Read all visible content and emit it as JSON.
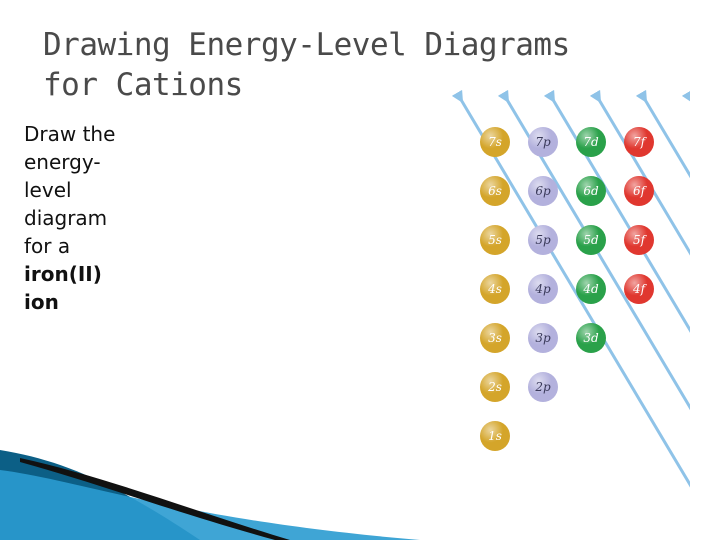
{
  "slide": {
    "title_lines": [
      "Drawing Energy-Level Diagrams",
      "for Cations"
    ],
    "body_lines": [
      "Draw the",
      "energy-",
      "level",
      "diagram",
      "for a"
    ],
    "body_bold_lines": [
      "iron(II)",
      "ion"
    ]
  },
  "diagram": {
    "orbitals": [
      {
        "label": "7s",
        "type": "s"
      },
      {
        "label": "7p",
        "type": "p"
      },
      {
        "label": "7d",
        "type": "d"
      },
      {
        "label": "7f",
        "type": "f"
      },
      {
        "label": "6s",
        "type": "s"
      },
      {
        "label": "6p",
        "type": "p"
      },
      {
        "label": "6d",
        "type": "d"
      },
      {
        "label": "6f",
        "type": "f"
      },
      {
        "label": "5s",
        "type": "s"
      },
      {
        "label": "5p",
        "type": "p"
      },
      {
        "label": "5d",
        "type": "d"
      },
      {
        "label": "5f",
        "type": "f"
      },
      {
        "label": "4s",
        "type": "s"
      },
      {
        "label": "4p",
        "type": "p"
      },
      {
        "label": "4d",
        "type": "d"
      },
      {
        "label": "4f",
        "type": "f"
      },
      {
        "label": "3s",
        "type": "s"
      },
      {
        "label": "3p",
        "type": "p"
      },
      {
        "label": "3d",
        "type": "d"
      },
      {
        "label": "2s",
        "type": "s"
      },
      {
        "label": "2p",
        "type": "p"
      },
      {
        "label": "1s",
        "type": "s"
      }
    ],
    "colors": {
      "s": "#d4a52a",
      "p": "#b3b1dd",
      "d": "#2aa14a",
      "f": "#e0372f",
      "arrow": "#8fc3e8"
    }
  },
  "decor": {
    "swoosh_colors": [
      "#0c5f86",
      "#2a9bd0",
      "#111111"
    ]
  }
}
